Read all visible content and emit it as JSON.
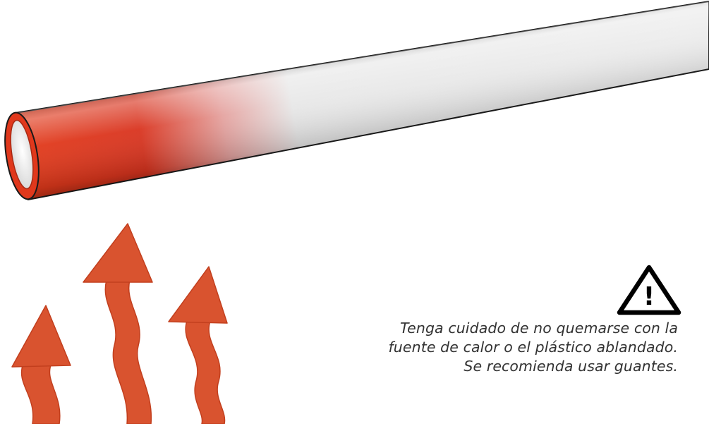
{
  "illustration": {
    "pipe": {
      "hot_color": "#d9341a",
      "cold_color": "#e6e6e6",
      "inner_color": "#f2f2f2"
    },
    "heat_arrows": {
      "count": 3,
      "color": "#d9532f",
      "outline_color": "#c23f1e"
    },
    "warning_icon": {
      "icon": "warning-triangle-icon",
      "symbol": "!",
      "color": "#000000"
    }
  },
  "warning": {
    "line1": "Tenga cuidado de no quemarse con la",
    "line2": "fuente de calor o el plástico ablandado.",
    "line3": "Se recomienda usar guantes."
  }
}
